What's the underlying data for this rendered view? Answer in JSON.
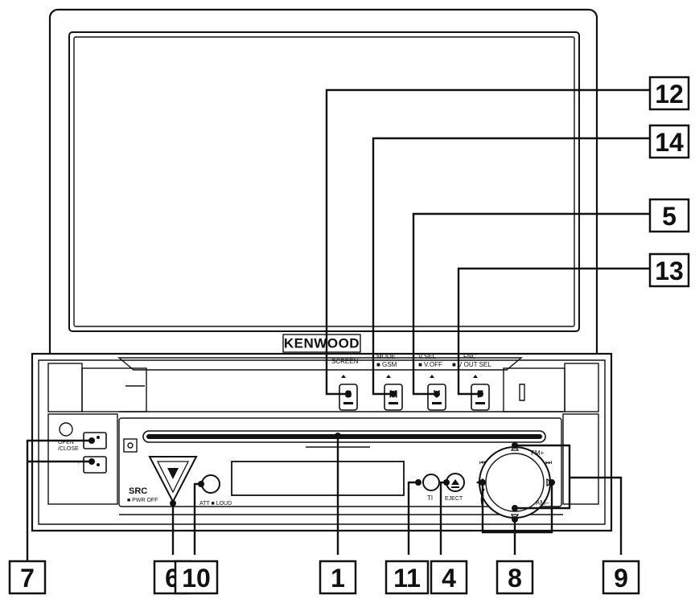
{
  "brand": "KENWOOD",
  "panel_labels": {
    "screen": "SCREEN",
    "mode": "MODE",
    "gsm": "■ GSM",
    "vsel": "V.SEL",
    "voff": "■ V.OFF",
    "fnc": "FNC",
    "voutsel": "■ V OUT SEL",
    "open": "OPEN",
    "close": "/CLOSE",
    "src": "SRC",
    "pwroff": "■ PWR OFF",
    "att_loud": "ATT ■ LOUD",
    "ti": "TI",
    "eject": "EJECT",
    "fm_plus": "FM+",
    "am_minus": "AM–",
    "prev_track": "⏮",
    "next_track": "⏭"
  },
  "key_letters": {
    "s": "S",
    "m": "M",
    "v": "V",
    "f": "F"
  },
  "callouts": {
    "c12": "12",
    "c14": "14",
    "c5": "5",
    "c13": "13",
    "c7": "7",
    "c6": "6",
    "c10": "10",
    "c1": "1",
    "c11": "11",
    "c4": "4",
    "c8": "8",
    "c9": "9"
  }
}
